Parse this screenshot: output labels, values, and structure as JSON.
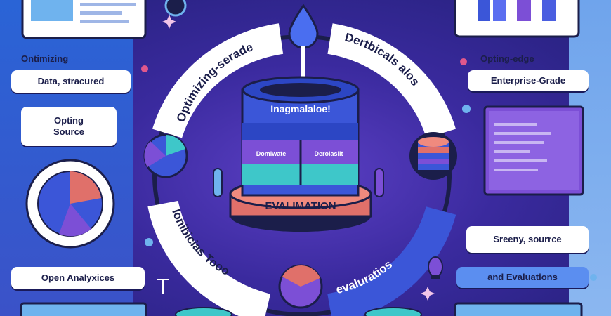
{
  "top_left_heading": "Ontimizing",
  "labels": {
    "data_structured": "Data, stracured",
    "opting_source": [
      "Opting",
      "Source"
    ],
    "open_analytics": "Open Analyxices",
    "opting_edge": "Opting-edge",
    "enterprise_grade": "Enterprise-Grade",
    "sreeny_source": "Sreeny, sourrce",
    "and_evaluations": "and Evaluations"
  },
  "ring": {
    "top_left_arc": "Optimizing-serade",
    "top_right_arc": "Dertbicals alos",
    "bottom_left_arc": "Ionibicias Tooo",
    "bottom_right_arc": "evaluratios"
  },
  "database": {
    "banner": "Inagmalaloe!",
    "left_slot": "Domiwate",
    "right_slot": "Derolaslit",
    "base": "EVALIMATION"
  },
  "colors": {
    "ring": "#ffffff",
    "db_blue": "#3b56d8",
    "db_teal": "#3ec7c9",
    "db_purple": "#7c4fd6",
    "base_coral": "#e0706a",
    "accent_pink": "#e0588c"
  }
}
